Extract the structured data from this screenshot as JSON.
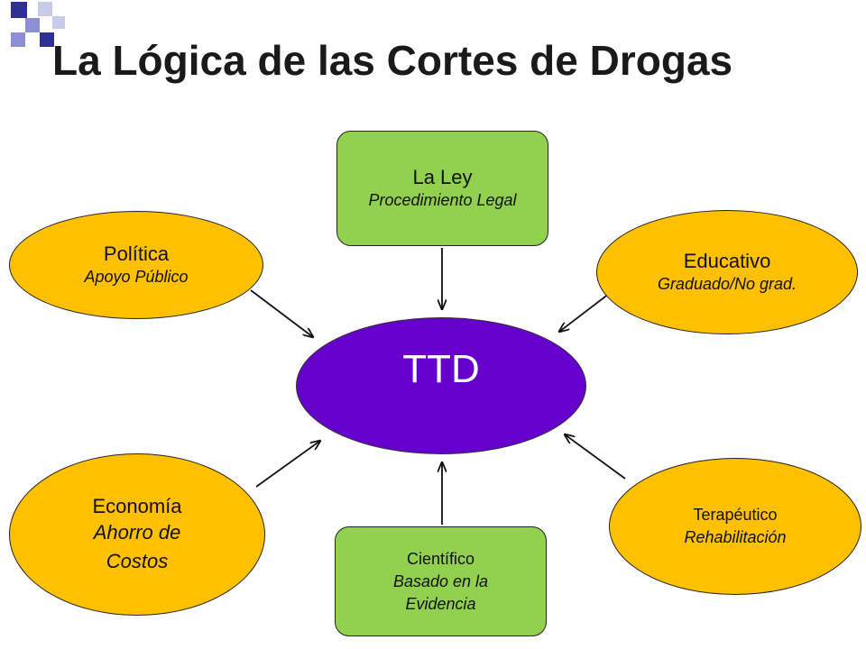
{
  "title": "La Lógica de las Cortes de Drogas",
  "center": {
    "label": "TTD",
    "color": "#6600cc"
  },
  "nodes": {
    "ley": {
      "title": "La Ley",
      "subtitle": "Procedimiento Legal",
      "shape": "rounded-rectangle",
      "color": "#92d050"
    },
    "politica": {
      "title": "Política",
      "subtitle": "Apoyo Público",
      "shape": "ellipse",
      "color": "#ffc000"
    },
    "educativo": {
      "title": "Educativo",
      "subtitle": "Graduado/No grad.",
      "shape": "ellipse",
      "color": "#ffc000"
    },
    "economia": {
      "title": "Economía",
      "subtitle": "Ahorro de Costos",
      "shape": "ellipse",
      "color": "#ffc000"
    },
    "cientifico": {
      "title": "Científico",
      "subtitle": "Basado en la Evidencia",
      "shape": "rounded-rectangle",
      "color": "#92d050"
    },
    "terapeutico": {
      "title": "Terapéutico",
      "subtitle": "Rehabilitación",
      "shape": "ellipse",
      "color": "#ffc000"
    }
  },
  "decoration": {
    "square_colors": [
      "#2e3192",
      "#8c8fd6",
      "#c8cae8"
    ]
  }
}
